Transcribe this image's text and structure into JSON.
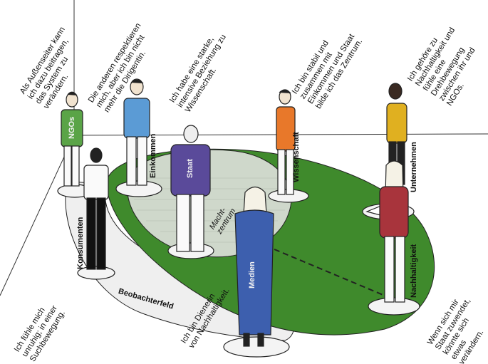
{
  "quotes": {
    "ngos": "Als Außenseiter kann\nich dazu beitragen,\ndas System zu\nverändern.",
    "einkommen": "Die anderen respektieren\nmich, aber ich bin nicht\nmehr die Dirigentin.",
    "staat": "Ich habe eine starke,\nintensive Beziehung zu\nWissenschaft.",
    "wissenschaft": "Ich bin stabil und\nzusammen mit\nEinkommen und Staat\nbilde ich das Zentrum.",
    "unternehmen": "Ich gehöre zu\nNachhaltigkeit und\nfühle eine\nDrehbewegung\nzwischen ihr und\nNGOs.",
    "konsumenten": "Ich fühle mich\nunruhig; in einer\nSuchbewegung.",
    "medien": "Ich bin Dienerin\nvon Nachhaltigkeit.",
    "nachhaltigkeit": "Wenn sich mir\nStaat zuwendet,\nkönnte sich\netwas\nverändern."
  },
  "labels": {
    "ngos": "NGOs",
    "einkommen": "Einkommen",
    "staat": "Staat",
    "wissenschaft": "Wissenschaft",
    "unternehmen": "Unternehmen",
    "konsumenten": "Konsumenten",
    "medien": "Medien",
    "nachhaltigkeit": "Nachhaltigkeit",
    "machtzentrum": "Macht-\nzentrum",
    "beobachterfeld": "Beobachterfeld"
  },
  "colors": {
    "green_field": "#3f8a2c",
    "center_gray": "#cfd8cb",
    "observer_field": "#efefef",
    "outline": "#222222",
    "ngos_shirt": "#5aa447",
    "einkommen_shirt": "#5b9bd5",
    "staat_shirt": "#5a4a9a",
    "wissenschaft_shirt": "#e8782a",
    "unternehmen_shirt": "#e0b020",
    "nachhaltigkeit_shirt": "#a8343c",
    "medien_dress": "#3d5fae"
  }
}
